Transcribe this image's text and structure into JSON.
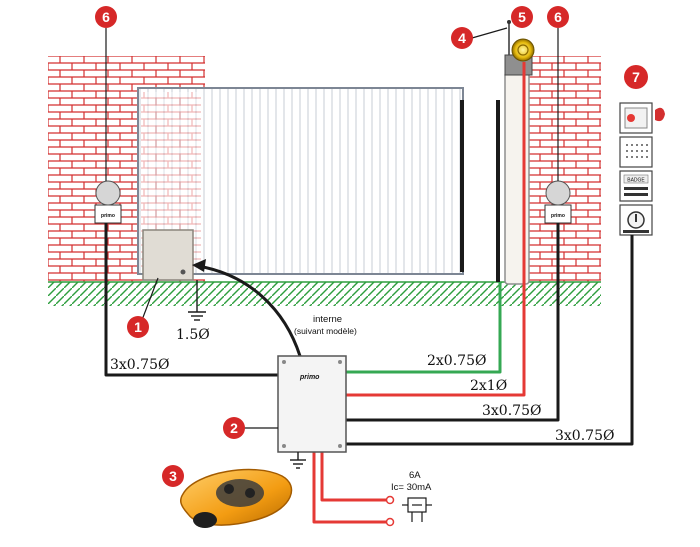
{
  "colors": {
    "brick": "#d32f2f",
    "badge": "#d62828",
    "ground": "#2e9e3e",
    "wire_black": "#1a1a1a",
    "wire_red": "#e53935",
    "wire_green": "#35a853",
    "remote": "#f39c12"
  },
  "badges": {
    "b1": "1",
    "b2": "2",
    "b3": "3",
    "b4": "4",
    "b5": "5",
    "b6_left": "6",
    "b6_right": "6",
    "b7": "7"
  },
  "labels": {
    "ground_cable": "1.5Ø",
    "interne": "interne",
    "suivant_modele": "(suivant modèle)",
    "left_photocell_cable": "3x0.75Ø",
    "green_cable": "2x0.75Ø",
    "red_cable": "2x1Ø",
    "right_photocell_cable": "3x0.75Ø",
    "keypad_cable": "3x0.75Ø",
    "breaker_rating": "6A",
    "breaker_ic": "Ic= 30mA",
    "controller_brand": "primo",
    "keypad_badge_text": "BADGE"
  },
  "icons": [
    "brick-wall",
    "sliding-gate",
    "motor-unit",
    "control-box",
    "remote-control",
    "warning-lamp",
    "antenna",
    "photocell",
    "intercom",
    "keypad",
    "key-switch",
    "ground-symbol",
    "circuit-breaker"
  ]
}
